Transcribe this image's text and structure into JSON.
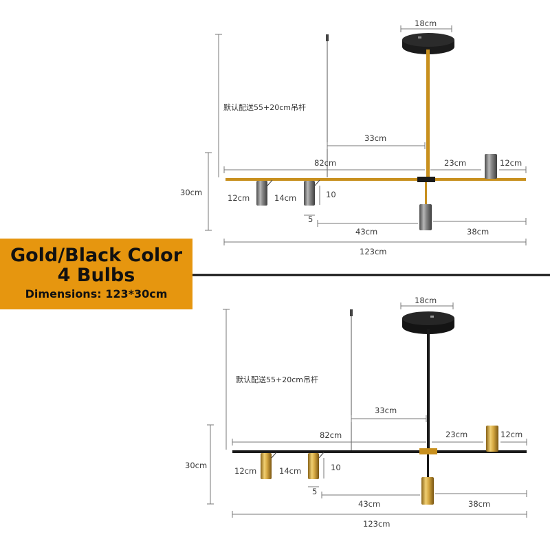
{
  "label": {
    "title": "Gold/Black Color",
    "subtitle": "4 Bulbs",
    "dimensions": "Dimensions: 123*30cm"
  },
  "colors": {
    "label_bg": "#e6960f",
    "gold": "#c8901e",
    "black": "#1a1a1a",
    "chrome": "#7a7a7a"
  },
  "diagrams": [
    {
      "variant": "gold-rod-chrome-shades",
      "canopy": "18cm",
      "note": "默认配送55+20cm吊杆",
      "offset": "33cm",
      "left_span": "82cm",
      "right_span": "23cm",
      "shade_height": "12cm",
      "height": "30cm",
      "shade_a": "12cm",
      "spacing": "14cm",
      "drop": "10",
      "gap": "5",
      "lower_left": "43cm",
      "lower_right": "38cm",
      "total": "123cm"
    },
    {
      "variant": "black-rod-gold-shades",
      "canopy": "18cm",
      "note": "默认配送55+20cm吊杆",
      "offset": "33cm",
      "left_span": "82cm",
      "right_span": "23cm",
      "shade_height": "12cm",
      "height": "30cm",
      "shade_a": "12cm",
      "spacing": "14cm",
      "drop": "10",
      "gap": "5",
      "lower_left": "43cm",
      "lower_right": "38cm",
      "total": "123cm"
    }
  ]
}
